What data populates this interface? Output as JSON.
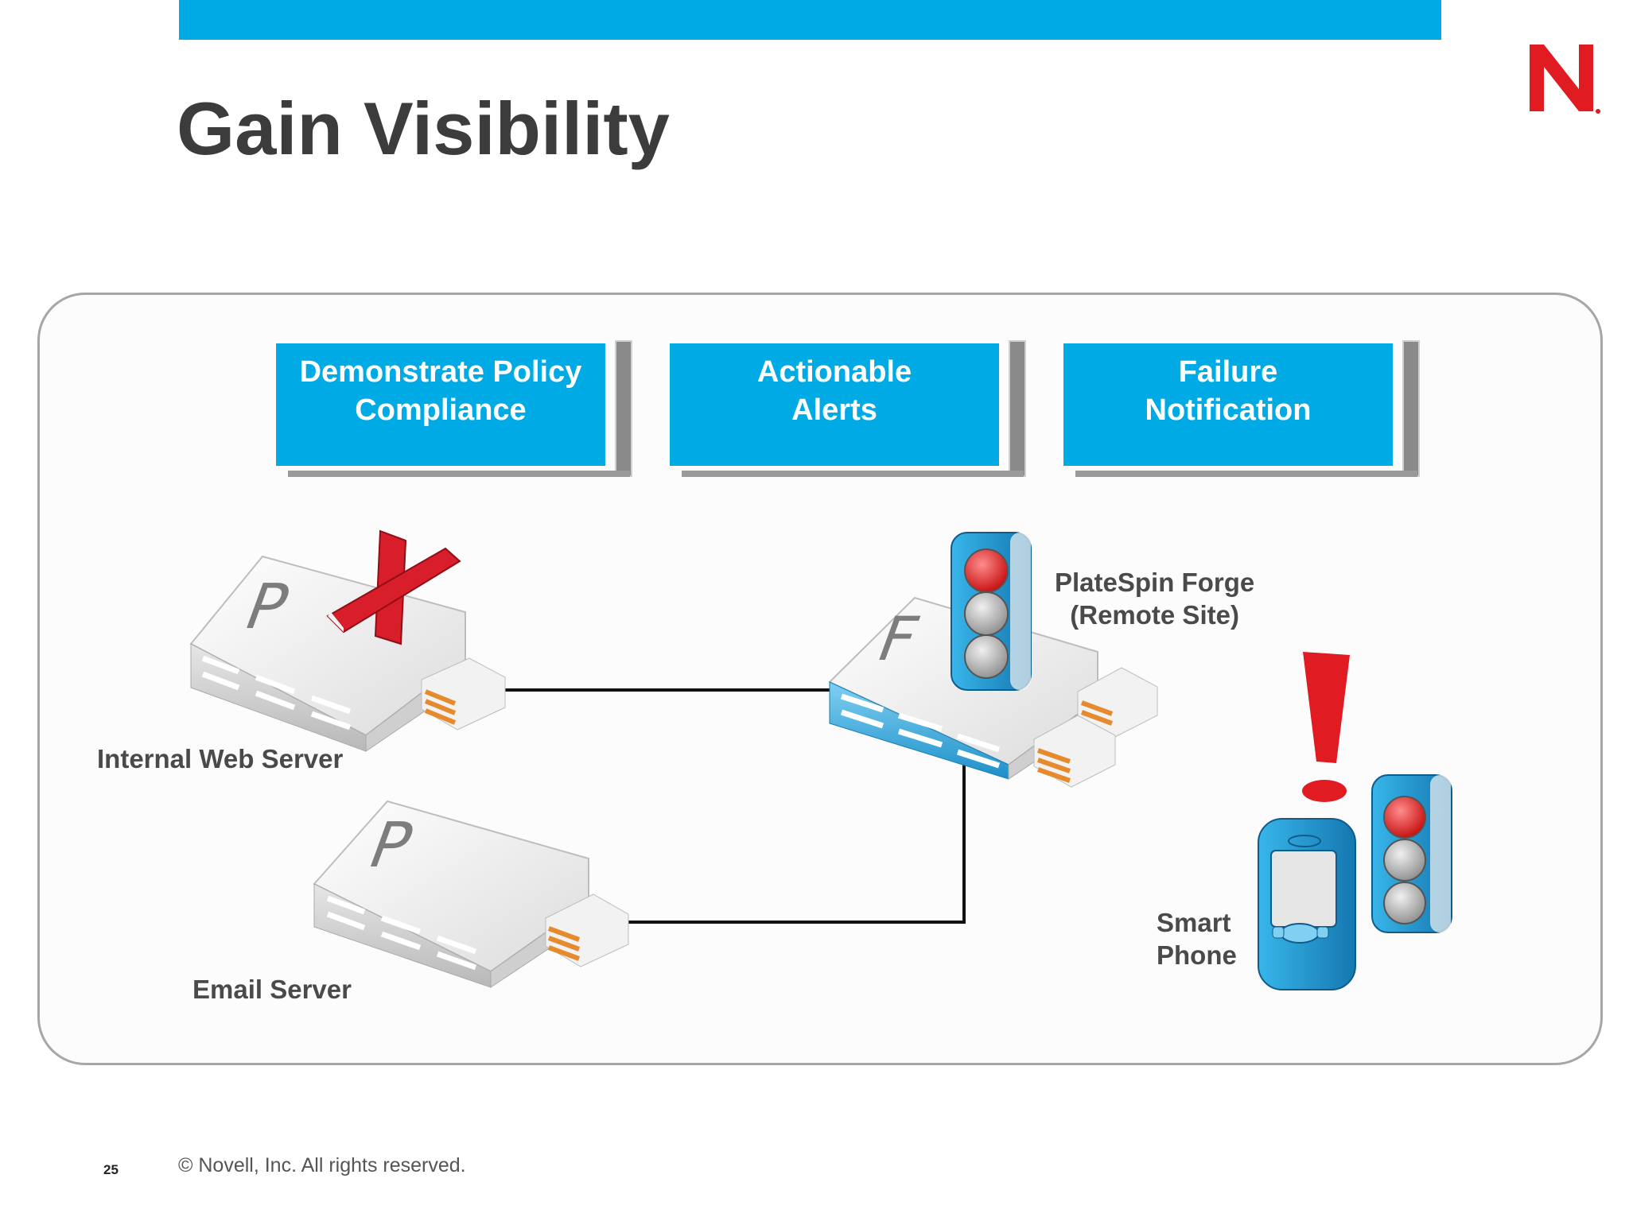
{
  "slide": {
    "title": "Gain Visibility",
    "page_number": "25",
    "copyright": "©  Novell, Inc.  All rights reserved."
  },
  "logo": {
    "icon": "novell-n-logo-icon",
    "color": "#e01b22"
  },
  "boxes": [
    {
      "line1": "Demonstrate Policy",
      "line2": "Compliance"
    },
    {
      "line1": "Actionable",
      "line2": "Alerts"
    },
    {
      "line1": "Failure",
      "line2": "Notification"
    }
  ],
  "nodes": {
    "web_server": {
      "label": "Internal Web Server",
      "icon": "server-p-icon",
      "status_icon": "red-x-icon"
    },
    "email_server": {
      "label": "Email Server",
      "icon": "server-p-icon"
    },
    "forge": {
      "line1": "PlateSpin Forge",
      "line2": "(Remote Site)",
      "icon": "server-f-icon",
      "status_icon": "traffic-light-icon"
    },
    "phone": {
      "line1": "Smart",
      "line2": "Phone",
      "icon": "smart-phone-icon",
      "alert_icon": "exclamation-icon",
      "status_icon": "traffic-light-icon"
    }
  },
  "colors": {
    "accent": "#00abe5",
    "alert": "#e01b22",
    "text": "#3c3c3c"
  }
}
